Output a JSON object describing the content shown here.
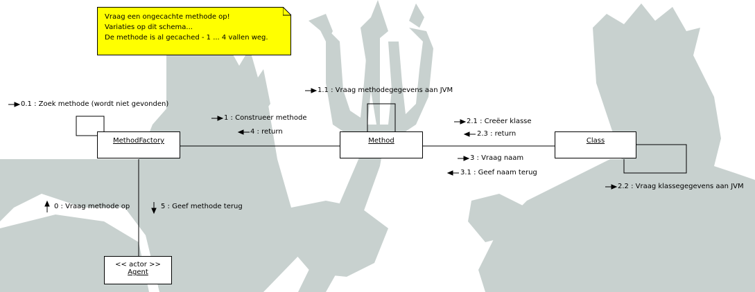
{
  "note": {
    "lines": [
      "Vraag een ongecachte methode op!",
      "Variaties op dit schema...",
      "De methode is al gecached - 1 ... 4 vallen weg."
    ]
  },
  "objects": {
    "factory": "MethodFactory",
    "method": "Method",
    "klass": "Class",
    "actor_stereotype": "<< actor >>",
    "actor": "Agent"
  },
  "messages": {
    "m01": "0.1 : Zoek methode (wordt niet gevonden)",
    "m11": "1.1 : Vraag methodegegevens aan JVM",
    "m1": "1 : Construeer methode",
    "m4": "4 : return",
    "m21": "2.1 : Creëer klasse",
    "m23": "2.3 : return",
    "m3": "3 : Vraag naam",
    "m31": "3.1 : Geef naam terug",
    "m22": "2.2 : Vraag klassegegevens aan JVM",
    "m0": "0 : Vraag methode op",
    "m5": "5 : Geef methode terug"
  },
  "colors": {
    "note": "#ffff00",
    "watermark": "#c8d1cf"
  }
}
